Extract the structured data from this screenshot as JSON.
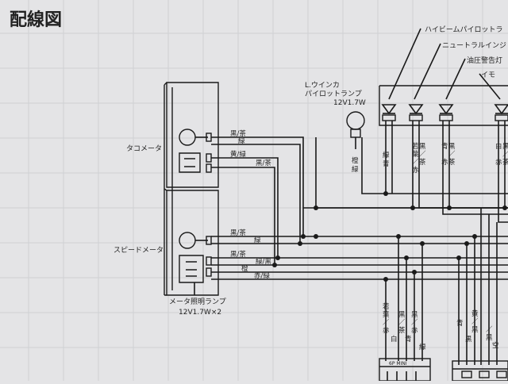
{
  "page": {
    "title": "配線図",
    "background": "#e4e4e6",
    "ink": "#1a1a1a"
  },
  "components": {
    "tachometer": "タコメータ",
    "speedometer": "スピードメータ",
    "meter_lamp": {
      "name": "メータ照明ランプ",
      "spec": "12V1.7W×2"
    },
    "turn_pilot": {
      "name_line1": "L.ウインカ",
      "name_line2": "パイロットランプ",
      "spec": "12V1.7W"
    },
    "indicator_labels": [
      "ハイビームパイロットラ",
      "ニュートラルインジ",
      "油圧警告灯",
      "イモ"
    ],
    "connector_label": "6P MINI"
  },
  "wire_labels": {
    "left": [
      "黒/茶",
      "緑",
      "黄/緑",
      "黒/茶",
      "黒/茶",
      "緑",
      "黒/茶",
      "緑/黒",
      "橙",
      "赤/緑"
    ],
    "top": [
      "橙",
      "緑",
      "緑",
      "青",
      "若",
      "葉",
      "／",
      "赤",
      "黒",
      "／",
      "茶",
      "青",
      "黒",
      "／",
      "赤",
      "茶",
      "白",
      "黒",
      "／",
      "赤",
      "茶"
    ],
    "bottom_left": [
      "若",
      "葉",
      "／",
      "赤",
      "白",
      "黒",
      "／",
      "茶",
      "青",
      "黒",
      "／",
      "赤",
      "緑"
    ],
    "bottom_right": [
      "青",
      "黄",
      "／",
      "黒",
      "黒",
      "／",
      "黒",
      "空"
    ]
  }
}
